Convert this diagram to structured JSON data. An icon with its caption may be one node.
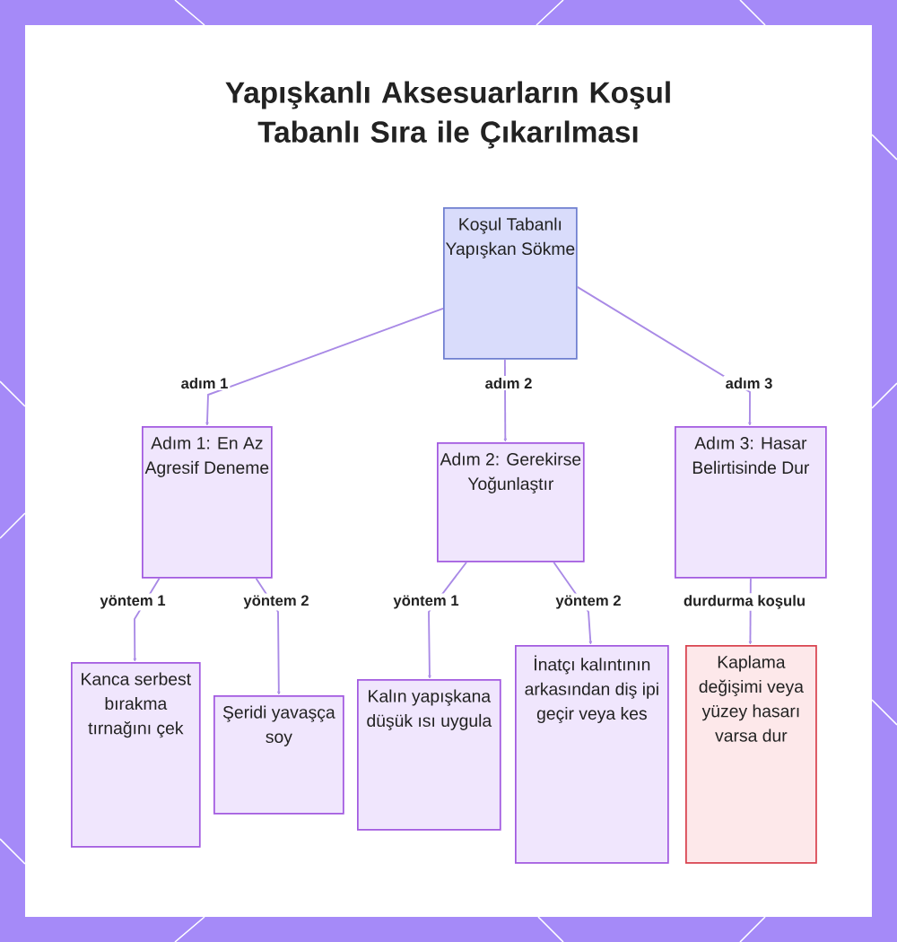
{
  "diagram": {
    "title": "Yapışkanlı Aksesuarların Koşul Tabanlı Sıra ile Çıkarılması",
    "nodes": [
      {
        "text": [
          "Koşul Tabanlı Yapışkan Sökme"
        ]
      },
      {
        "text": [
          "Adım 1: En Az Agresif Deneme"
        ]
      },
      {
        "text": [
          "Adım 2: Gerekirse Yoğunlaştır"
        ]
      },
      {
        "text": [
          "Adım 3: Hasar Belirtisinde Dur"
        ]
      },
      {
        "text": [
          "Kanca serbest bırakma tırnağını çek"
        ]
      },
      {
        "text": [
          "Şeridi yavaşça soy"
        ]
      },
      {
        "text": [
          "Kalın yapışkana düşük ısı uygula"
        ]
      },
      {
        "text": [
          "İnatçı kalıntının arkasından diş ipi geçir veya kes"
        ]
      },
      {
        "text": [
          "Kaplama değişimi veya yüzey hasarı varsa dur"
        ]
      }
    ],
    "edges": [
      {
        "from": 0,
        "to": 1,
        "arrow": "to",
        "label": "adım 1"
      },
      {
        "from": 0,
        "to": 2,
        "arrow": "to",
        "label": "adım 2"
      },
      {
        "from": 0,
        "to": 3,
        "arrow": "to",
        "label": "adım 3"
      },
      {
        "from": 1,
        "to": 4,
        "arrow": "to",
        "label": "yöntem 1"
      },
      {
        "from": 1,
        "to": 5,
        "arrow": "to",
        "label": "yöntem 2"
      },
      {
        "from": 2,
        "to": 6,
        "arrow": "to",
        "label": "yöntem 1"
      },
      {
        "from": 2,
        "to": 7,
        "arrow": "to",
        "label": "yöntem 2"
      },
      {
        "from": 3,
        "to": 8,
        "arrow": "to",
        "label": "durdurma koşulu"
      }
    ]
  }
}
